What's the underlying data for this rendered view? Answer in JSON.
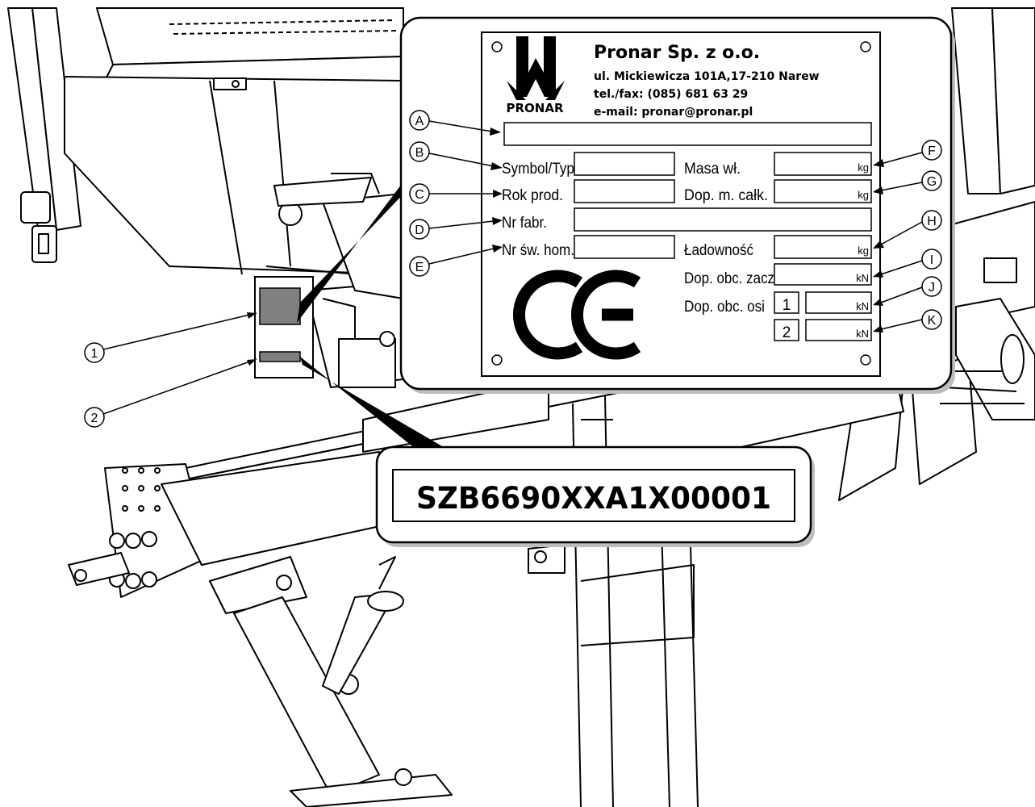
{
  "plate": {
    "company": "Pronar Sp. z o.o.",
    "address": "ul. Mickiewicza 101A,17-210 Narew",
    "phone": "tel./fax: (085) 681 63 29",
    "email": "e-mail: pronar@pronar.pl",
    "logo_text": "PRONAR",
    "ce_mark": "CE",
    "fields": {
      "symbol": "Symbol/Typ",
      "year": "Rok prod.",
      "serial": "Nr fabr.",
      "homologation": "Nr św. hom.",
      "mass": "Masa wł.",
      "total_mass": "Dop. m. całk.",
      "payload": "Ładowność",
      "hitch_load": "Dop. obc. zacz",
      "axle_load": "Dop. obc. osi",
      "axle_1": "1",
      "axle_2": "2"
    },
    "units": {
      "kg": "kg",
      "kN": "kN"
    }
  },
  "callouts": {
    "A": "A",
    "B": "B",
    "C": "C",
    "D": "D",
    "E": "E",
    "F": "F",
    "G": "G",
    "H": "H",
    "I": "I",
    "J": "J",
    "K": "K"
  },
  "markers": {
    "m1": "1",
    "m2": "2"
  },
  "vin": {
    "number": "SZB6690XXA1X00001"
  },
  "colors": {
    "line": "#000000",
    "plate_bg": "#ffffff",
    "label_fill": "#808080",
    "shadow": "#bdbdbd"
  }
}
